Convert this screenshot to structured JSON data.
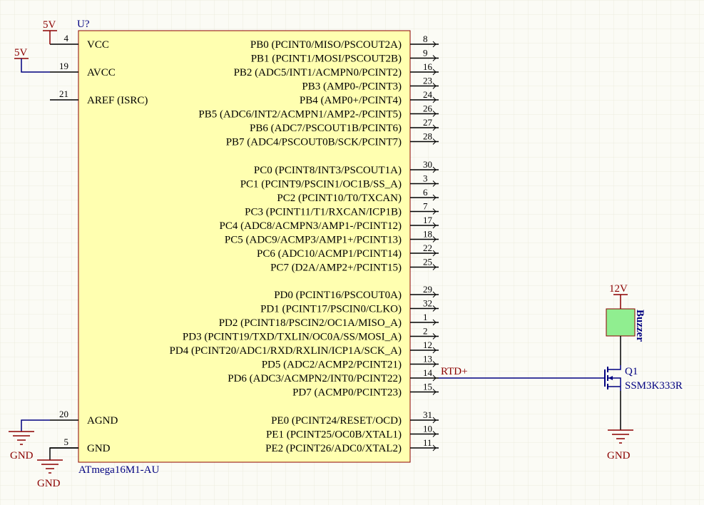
{
  "colors": {
    "background": "#fbfbf5",
    "grid": "#ececdf",
    "body_fill": "#ffffb0",
    "body_stroke": "#8b0000",
    "wire": "#000080",
    "power": "#8b0000",
    "designator": "#000080",
    "buzzer_fill": "#90ee90"
  },
  "u1": {
    "designator": "U?",
    "part": "ATmega16M1-AU",
    "left_pins": [
      {
        "num": "4",
        "name": "VCC"
      },
      {
        "num": "19",
        "name": "AVCC"
      },
      {
        "num": "21",
        "name": "AREF (ISRC)"
      },
      {
        "num": "20",
        "name": "AGND"
      },
      {
        "num": "5",
        "name": "GND"
      }
    ],
    "right_pins": [
      {
        "num": "8",
        "name": "PB0 (PCINT0/MISO/PSCOUT2A)"
      },
      {
        "num": "9",
        "name": "PB1 (PCINT1/MOSI/PSCOUT2B)"
      },
      {
        "num": "16",
        "name": "PB2 (ADC5/INT1/ACMPN0/PCINT2)"
      },
      {
        "num": "23",
        "name": "PB3 (AMP0-/PCINT3)"
      },
      {
        "num": "24",
        "name": "PB4 (AMP0+/PCINT4)"
      },
      {
        "num": "26",
        "name": "PB5 (ADC6/INT2/ACMPN1/AMP2-/PCINT5)"
      },
      {
        "num": "27",
        "name": "PB6 (ADC7/PSCOUT1B/PCINT6)"
      },
      {
        "num": "28",
        "name": "PB7 (ADC4/PSCOUT0B/SCK/PCINT7)"
      },
      {
        "num": "30",
        "name": "PC0 (PCINT8/INT3/PSCOUT1A)"
      },
      {
        "num": "3",
        "name": "PC1 (PCINT9/PSCIN1/OC1B/SS_A)"
      },
      {
        "num": "6",
        "name": "PC2 (PCINT10/T0/TXCAN)"
      },
      {
        "num": "7",
        "name": "PC3 (PCINT11/T1/RXCAN/ICP1B)"
      },
      {
        "num": "17",
        "name": "PC4 (ADC8/ACMPN3/AMP1-/PCINT12)"
      },
      {
        "num": "18",
        "name": "PC5 (ADC9/ACMP3/AMP1+/PCINT13)"
      },
      {
        "num": "22",
        "name": "PC6 (ADC10/ACMP1/PCINT14)"
      },
      {
        "num": "25",
        "name": "PC7 (D2A/AMP2+/PCINT15)"
      },
      {
        "num": "29",
        "name": "PD0 (PCINT16/PSCOUT0A)"
      },
      {
        "num": "32",
        "name": "PD1 (PCINT17/PSCIN0/CLKO)"
      },
      {
        "num": "1",
        "name": "PD2 (PCINT18/PSCIN2/OC1A/MISO_A)"
      },
      {
        "num": "2",
        "name": "PD3 (PCINT19/TXD/TXLIN/OC0A/SS/MOSI_A)"
      },
      {
        "num": "12",
        "name": "PD4 (PCINT20/ADC1/RXD/RXLIN/ICP1A/SCK_A)"
      },
      {
        "num": "13",
        "name": "PD5 (ADC2/ACMP2/PCINT21)"
      },
      {
        "num": "14",
        "name": "PD6 (ADC3/ACMPN2/INT0/PCINT22)"
      },
      {
        "num": "15",
        "name": "PD7 (ACMP0/PCINT23)"
      },
      {
        "num": "31",
        "name": "PE0 (PCINT24/RESET/OCD)"
      },
      {
        "num": "10",
        "name": "PE1 (PCINT25/OC0B/XTAL1)"
      },
      {
        "num": "11",
        "name": "PE2 (PCINT26/ADC0/XTAL2)"
      }
    ]
  },
  "power": {
    "vcc_label": "5V",
    "avcc_label": "5V",
    "agnd_label": "GND",
    "gnd_label": "GND",
    "buzzer_supply": "12V",
    "q1_gnd": "GND"
  },
  "net": {
    "rtd_label": "RTD+"
  },
  "buzzer": {
    "label": "Buzzer"
  },
  "q1": {
    "designator": "Q1",
    "part": "SSM3K333R"
  }
}
